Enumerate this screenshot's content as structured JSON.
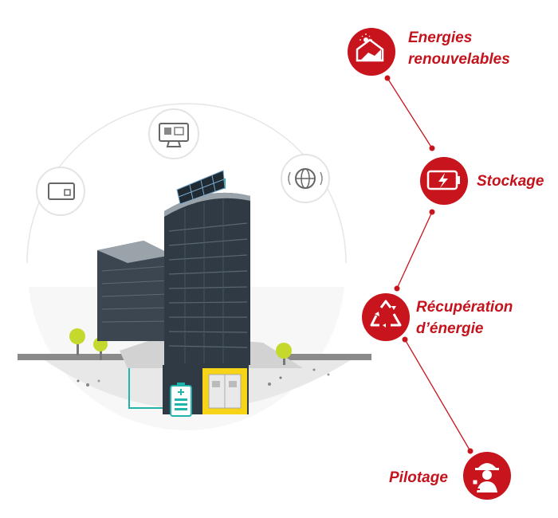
{
  "colors": {
    "accent": "#c8141c",
    "building": "#3b4650",
    "building_light": "#596470",
    "battery": "#1fb3ac",
    "panel_yellow": "#f7d417",
    "tree": "#c5d92c",
    "ground": "#e3e3e3",
    "arc": "#e6e6e6"
  },
  "steps": [
    {
      "id": "renewables",
      "icon": "house-sun-icon",
      "lines": [
        "Energies",
        "renouvelables"
      ]
    },
    {
      "id": "storage",
      "icon": "battery-bolt-icon",
      "lines": [
        "Stockage"
      ]
    },
    {
      "id": "recovery",
      "icon": "recycle-icon",
      "lines": [
        "Récupération",
        "d’énergie"
      ]
    },
    {
      "id": "piloting",
      "icon": "technician-icon",
      "lines": [
        "Pilotage"
      ]
    }
  ],
  "device_icons": [
    "tablet-chart-icon",
    "monitor-chart-icon",
    "globe-wifi-icon"
  ]
}
